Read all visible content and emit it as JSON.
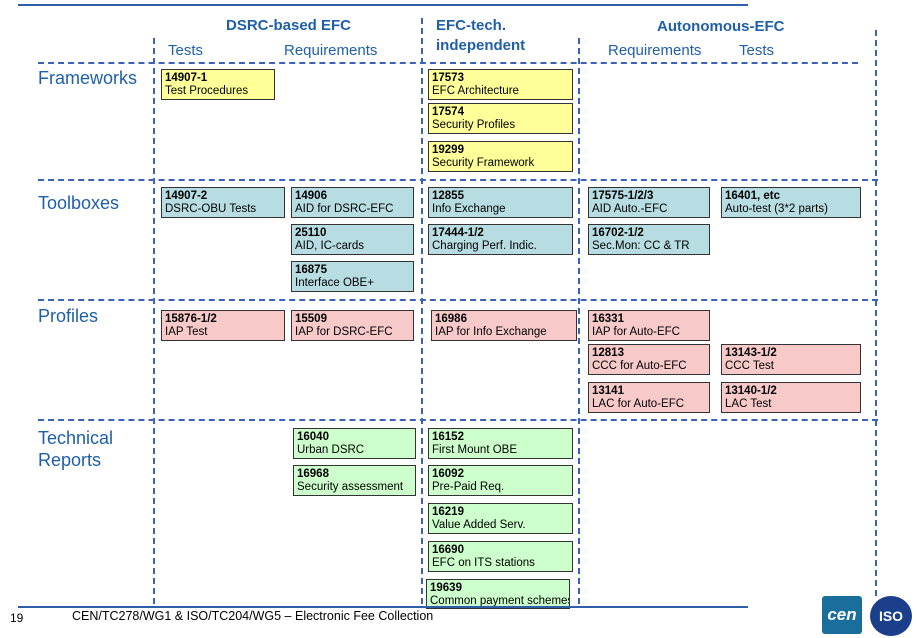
{
  "headers": {
    "dsrc": "DSRC-based EFC",
    "tech_line1": "EFC-tech.",
    "tech_line2": "independent",
    "auto": "Autonomous-EFC",
    "dsrc_tests": "Tests",
    "dsrc_req": "Requirements",
    "auto_req": "Requirements",
    "auto_tests": "Tests"
  },
  "rows": {
    "frameworks": "Frameworks",
    "toolboxes": "Toolboxes",
    "profiles": "Profiles",
    "tech_line1": "Technical",
    "tech_line2": "Reports"
  },
  "boxes": {
    "b14907_1": {
      "code": "14907-1",
      "desc": "Test Procedures"
    },
    "b17573": {
      "code": "17573",
      "desc": "EFC Architecture"
    },
    "b17574": {
      "code": "17574",
      "desc": "Security Profiles"
    },
    "b19299": {
      "code": "19299",
      "desc": "Security Framework"
    },
    "b14907_2": {
      "code": "14907-2",
      "desc": "DSRC-OBU Tests"
    },
    "b14906": {
      "code": "14906",
      "desc": "AID for DSRC-EFC"
    },
    "b25110": {
      "code": "25110",
      "desc": "AID, IC-cards"
    },
    "b16875": {
      "code": "16875",
      "desc": "Interface OBE+"
    },
    "b12855": {
      "code": "12855",
      "desc": "Info Exchange"
    },
    "b17444": {
      "code": "17444-1/2",
      "desc": "Charging Perf. Indic."
    },
    "b17575": {
      "code": "17575-1/2/3",
      "desc": "AID Auto.-EFC"
    },
    "b16702": {
      "code": "16702-1/2",
      "desc": "Sec.Mon: CC & TR"
    },
    "b16401": {
      "code": "16401, etc",
      "desc": "Auto-test (3*2 parts)"
    },
    "b15876": {
      "code": "15876-1/2",
      "desc": "IAP Test"
    },
    "b15509": {
      "code": "15509",
      "desc": "IAP for DSRC-EFC"
    },
    "b16986": {
      "code": "16986",
      "desc": "IAP for Info Exchange"
    },
    "b16331": {
      "code": "16331",
      "desc": "IAP for Auto-EFC"
    },
    "b12813": {
      "code": "12813",
      "desc": "CCC for Auto-EFC"
    },
    "b13143": {
      "code": "13143-1/2",
      "desc": "CCC Test"
    },
    "b13141": {
      "code": "13141",
      "desc": "LAC for Auto-EFC"
    },
    "b13140": {
      "code": "13140-1/2",
      "desc": "LAC Test"
    },
    "b16040": {
      "code": "16040",
      "desc": "Urban DSRC"
    },
    "b16968": {
      "code": "16968",
      "desc": "Security assessment"
    },
    "b16152": {
      "code": "16152",
      "desc": "First Mount OBE"
    },
    "b16092": {
      "code": "16092",
      "desc": "Pre-Paid Req."
    },
    "b16219": {
      "code": "16219",
      "desc": "Value Added Serv."
    },
    "b16690": {
      "code": "16690",
      "desc": "EFC on ITS stations"
    },
    "b19639": {
      "code": "19639",
      "desc": "Common payment schemes"
    }
  },
  "footer": {
    "page": "19",
    "text": "CEN/TC278/WG1 & ISO/TC204/WG5 – Electronic Fee Collection",
    "cen_logo": "cen",
    "iso_logo": "ISO"
  },
  "colors": {
    "accent": "#1f5fa8",
    "yellow": "#ffff99",
    "blue": "#b7dde3",
    "pink": "#f7c9c9",
    "green": "#ccffcc"
  }
}
